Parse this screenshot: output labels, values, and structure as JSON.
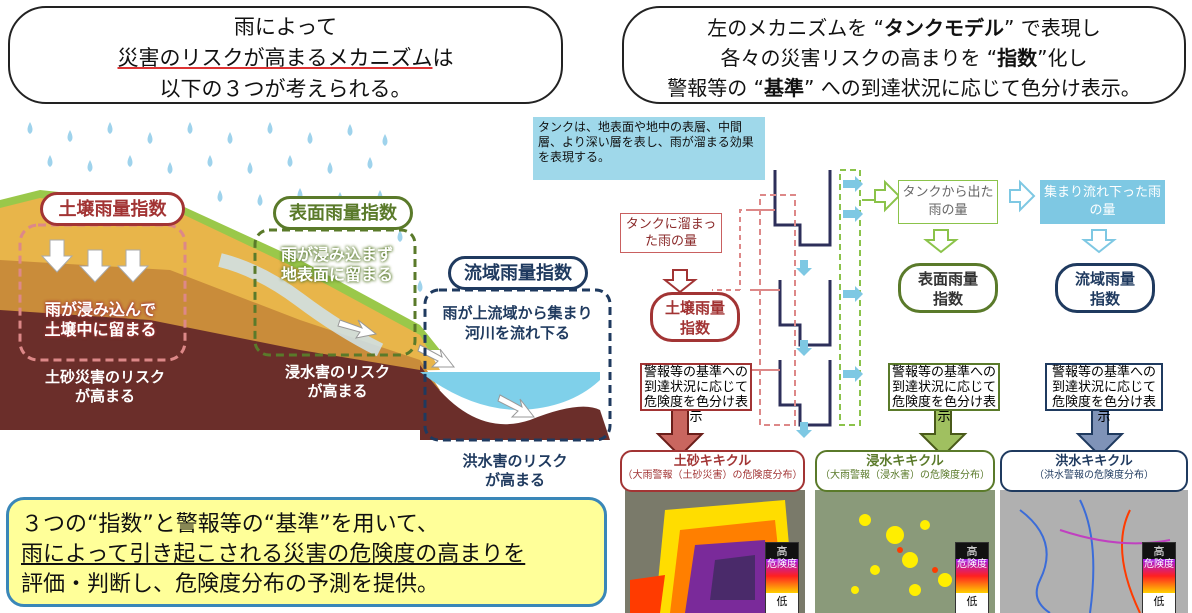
{
  "left_bubble": {
    "line1": "雨によって",
    "line2a": "災害のリスクが高まるメカニズム",
    "line2b": "は",
    "line3": "以下の３つが考えられる。"
  },
  "right_bubble": {
    "l1a": "左のメカニズムを “",
    "l1b": "タンクモデル",
    "l1c": "” で表現し",
    "l2a": "各々の災害リスクの高まりを “",
    "l2b": "指数",
    "l2c": "”化し",
    "l3a": "警報等の “",
    "l3b": "基準",
    "l3c": "” への到達状況に応じて色分け表示。"
  },
  "left_diagram": {
    "soil_index": "土壌雨量指数",
    "surface_index": "表面雨量指数",
    "basin_index": "流域雨量指数",
    "soil_desc_1": "雨が浸み込んで",
    "soil_desc_2": "土壌中に留まる",
    "surface_desc_1": "雨が浸み込まず",
    "surface_desc_2": "地表面に留まる",
    "basin_desc_1": "雨が上流域から集まり",
    "basin_desc_2": "河川を流れ下る",
    "soil_risk_1": "土砂災害のリスク",
    "soil_risk_2": "が高まる",
    "inundation_risk_1": "浸水害のリスク",
    "inundation_risk_2": "が高まる",
    "flood_risk_1": "洪水害のリスク",
    "flood_risk_2": "が高まる"
  },
  "tank_diagram": {
    "tank_note": "タンクは、地表面や地中の表層、中間層、より深い層を表し、雨が溜まる効果を表現する。",
    "stored_rain": "タンクに溜まった雨の量",
    "outflow_rain": "タンクから出た雨の量",
    "gathered_rain": "集まり流れ下った雨の量",
    "soil_index_a": "土壌雨量",
    "soil_index_b": "指数",
    "surface_index_a": "表面雨量",
    "surface_index_b": "指数",
    "basin_index_a": "流域雨量",
    "basin_index_b": "指数",
    "criteria_text": "警報等の基準への到達状況に応じて危険度を色分け表示"
  },
  "maps": [
    {
      "title": "土砂キキクル",
      "subtitle": "（大雨警報（土砂災害）の危険度分布）"
    },
    {
      "title": "浸水キキクル",
      "subtitle": "（大雨警報（浸水害）の危険度分布）"
    },
    {
      "title": "洪水キキクル",
      "subtitle": "（洪水警報の危険度分布）"
    }
  ],
  "scale": {
    "high": "高",
    "label": "危険度",
    "low": "低"
  },
  "bottom_box": {
    "line1": "３つの“指数”と警報等の“基準”を用いて、",
    "line2": "雨によって引き起こされる災害の危険度の高まりを",
    "line3": "評価・判断し、危険度分布の予測を提供。"
  },
  "colors": {
    "soil": "#a23434",
    "surface": "#5a7a2a",
    "basin": "#1f3a5f",
    "tank_blue": "#7ec8e3",
    "highlight": "#ffff99"
  }
}
